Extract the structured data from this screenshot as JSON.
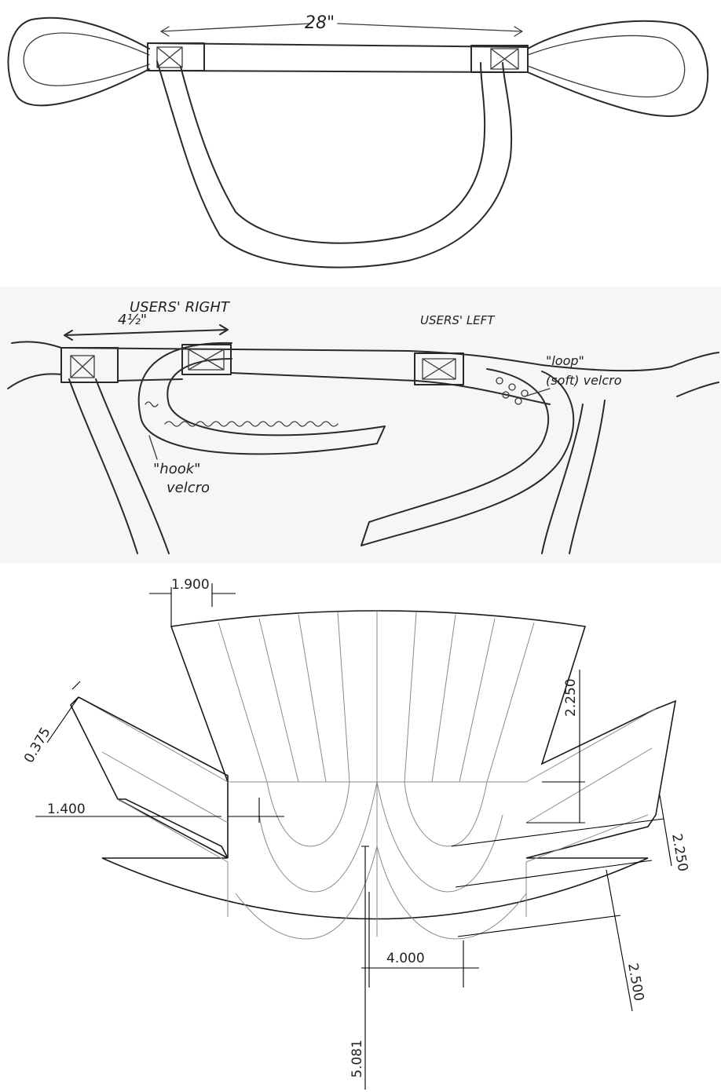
{
  "sketch_top": {
    "width_label": "28\""
  },
  "sketch_mid": {
    "label_users_right": "USERS' RIGHT",
    "label_users_left": "USERS' LEFT",
    "length_label": "4½\"",
    "hook_label_1": "\"hook\"",
    "hook_label_2": "velcro",
    "loop_label_1": "\"loop\"",
    "loop_label_2": "(soft) velcro"
  },
  "drawing": {
    "dimensions": {
      "d_1_900": "1.900",
      "d_0_375": "0.375",
      "d_2_250_upper": "2.250",
      "d_1_400": "1.400",
      "d_2_250_lower": "2.250",
      "d_4_000": "4.000",
      "d_2_500": "2.500",
      "d_5_081": "5.081"
    }
  }
}
